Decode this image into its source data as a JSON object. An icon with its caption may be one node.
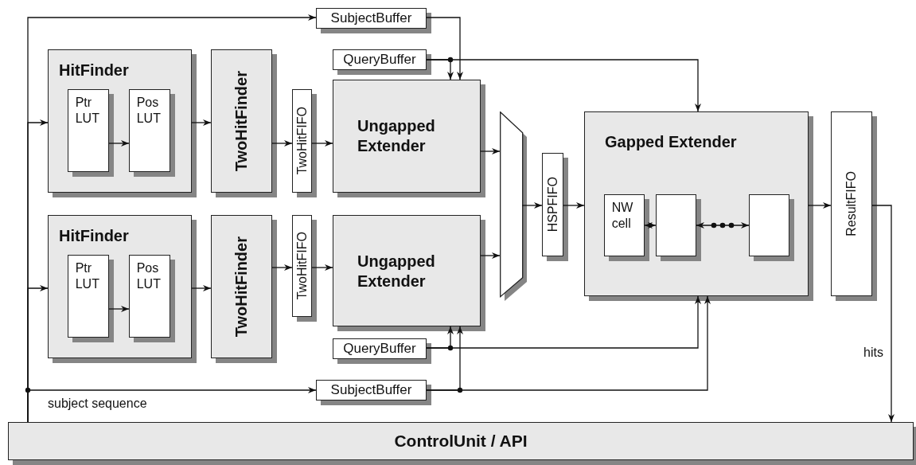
{
  "diagram": {
    "nodes": [
      {
        "text": [
          "SubjectBuffer"
        ]
      },
      {
        "text": [
          "QueryBuffer"
        ]
      },
      {
        "text": [
          "HitFinder"
        ]
      },
      {
        "text": [
          "Ptr LUT"
        ],
        "in": 2
      },
      {
        "text": [
          "Pos LUT"
        ],
        "in": 2
      },
      {
        "text": [
          "TwoHitFinder"
        ]
      },
      {
        "text": [
          "TwoHitFIFO"
        ]
      },
      {
        "text": [
          "Ungapped Extender"
        ]
      },
      {
        "text": [
          "HitFinder"
        ]
      },
      {
        "text": [
          "Ptr LUT"
        ],
        "in": 8
      },
      {
        "text": [
          "Pos LUT"
        ],
        "in": 8
      },
      {
        "text": [
          "TwoHitFinder"
        ]
      },
      {
        "text": [
          "TwoHitFIFO"
        ]
      },
      {
        "text": [
          "Ungapped Extender"
        ]
      },
      {
        "text": [],
        "shape": "trapezoid"
      },
      {
        "text": [
          "HSPFIFO"
        ]
      },
      {
        "text": [
          "Gapped Extender"
        ]
      },
      {
        "text": [
          "NW cell"
        ],
        "in": 16
      },
      {
        "text": [],
        "shape": "box",
        "in": 16
      },
      {
        "text": [],
        "shape": "box",
        "in": 16
      },
      {
        "text": [
          "ResultFIFO"
        ]
      },
      {
        "text": [
          "QueryBuffer"
        ]
      },
      {
        "text": [
          "SubjectBuffer"
        ]
      },
      {
        "text": [
          "ControlUnit / API"
        ]
      }
    ],
    "edges": [
      {
        "from": 23,
        "to": 0,
        "arrow": "to"
      },
      {
        "from": 23,
        "to": 2,
        "arrow": "to"
      },
      {
        "from": 23,
        "to": 8,
        "arrow": "to"
      },
      {
        "from": 23,
        "to": 22,
        "arrow": "to",
        "label": "subject sequence"
      },
      {
        "from": 3,
        "to": 4,
        "arrow": "to"
      },
      {
        "from": 9,
        "to": 10,
        "arrow": "to"
      },
      {
        "from": 2,
        "to": 5,
        "arrow": "to"
      },
      {
        "from": 8,
        "to": 11,
        "arrow": "to"
      },
      {
        "from": 5,
        "to": 6,
        "arrow": "to"
      },
      {
        "from": 6,
        "to": 7,
        "arrow": "to"
      },
      {
        "from": 11,
        "to": 12,
        "arrow": "to"
      },
      {
        "from": 12,
        "to": 13,
        "arrow": "to"
      },
      {
        "from": 7,
        "to": 14,
        "arrow": "to"
      },
      {
        "from": 13,
        "to": 14,
        "arrow": "to"
      },
      {
        "from": 14,
        "to": 15,
        "arrow": "to"
      },
      {
        "from": 15,
        "to": 16,
        "arrow": "to"
      },
      {
        "from": 0,
        "to": 7,
        "arrow": "to"
      },
      {
        "from": 1,
        "to": 7,
        "arrow": "to"
      },
      {
        "from": 1,
        "to": 16,
        "arrow": "to"
      },
      {
        "from": 21,
        "to": 13,
        "arrow": "to"
      },
      {
        "from": 21,
        "to": 16,
        "arrow": "to"
      },
      {
        "from": 22,
        "to": 13,
        "arrow": "to"
      },
      {
        "from": 22,
        "to": 16,
        "arrow": "to"
      },
      {
        "from": 17,
        "to": 18,
        "arrow": "both"
      },
      {
        "from": 18,
        "to": 19,
        "arrow": "both"
      },
      {
        "from": 16,
        "to": 20,
        "arrow": "to"
      },
      {
        "from": 20,
        "to": 23,
        "arrow": "to",
        "label": "hits"
      }
    ]
  }
}
